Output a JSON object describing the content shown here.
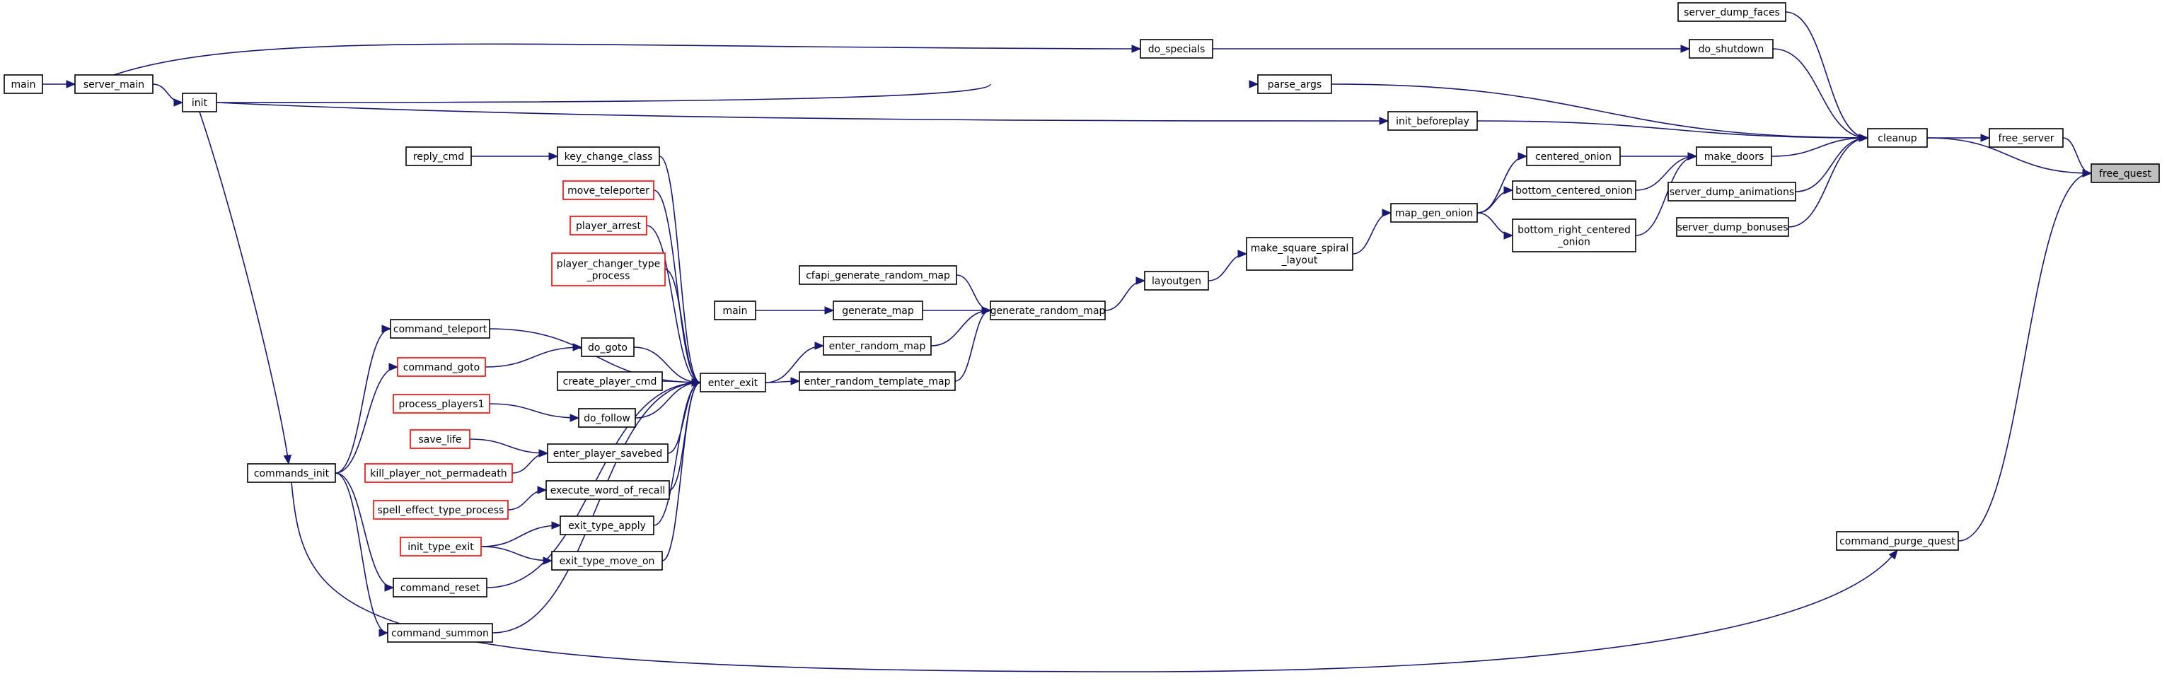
{
  "nodes": {
    "main_a": {
      "lines": [
        "main"
      ]
    },
    "server_main": {
      "lines": [
        "server_main"
      ]
    },
    "init": {
      "lines": [
        "init"
      ]
    },
    "commands_init": {
      "lines": [
        "commands_init"
      ]
    },
    "reply_cmd": {
      "lines": [
        "reply_cmd"
      ]
    },
    "key_change_class": {
      "lines": [
        "key_change_class"
      ]
    },
    "move_teleporter": {
      "lines": [
        "move_teleporter"
      ]
    },
    "player_arrest": {
      "lines": [
        "player_arrest"
      ]
    },
    "player_changer_type_process": {
      "lines": [
        "player_changer_type",
        "_process"
      ]
    },
    "command_teleport": {
      "lines": [
        "command_teleport"
      ]
    },
    "command_goto": {
      "lines": [
        "command_goto"
      ]
    },
    "do_goto": {
      "lines": [
        "do_goto"
      ]
    },
    "create_player_cmd": {
      "lines": [
        "create_player_cmd"
      ]
    },
    "process_players1": {
      "lines": [
        "process_players1"
      ]
    },
    "do_follow": {
      "lines": [
        "do_follow"
      ]
    },
    "save_life": {
      "lines": [
        "save_life"
      ]
    },
    "enter_player_savebed": {
      "lines": [
        "enter_player_savebed"
      ]
    },
    "kill_player_not_permadeath": {
      "lines": [
        "kill_player_not_permadeath"
      ]
    },
    "execute_word_of_recall": {
      "lines": [
        "execute_word_of_recall"
      ]
    },
    "spell_effect_type_process": {
      "lines": [
        "spell_effect_type_process"
      ]
    },
    "exit_type_apply": {
      "lines": [
        "exit_type_apply"
      ]
    },
    "init_type_exit": {
      "lines": [
        "init_type_exit"
      ]
    },
    "exit_type_move_on": {
      "lines": [
        "exit_type_move_on"
      ]
    },
    "command_reset": {
      "lines": [
        "command_reset"
      ]
    },
    "command_summon": {
      "lines": [
        "command_summon"
      ]
    },
    "enter_exit": {
      "lines": [
        "enter_exit"
      ]
    },
    "main_b": {
      "lines": [
        "main"
      ]
    },
    "cfapi_generate_random_map": {
      "lines": [
        "cfapi_generate_random_map"
      ]
    },
    "generate_map": {
      "lines": [
        "generate_map"
      ]
    },
    "enter_random_map": {
      "lines": [
        "enter_random_map"
      ]
    },
    "enter_random_template_map": {
      "lines": [
        "enter_random_template_map"
      ]
    },
    "generate_random_map": {
      "lines": [
        "generate_random_map"
      ]
    },
    "layoutgen": {
      "lines": [
        "layoutgen"
      ]
    },
    "make_square_spiral_layout": {
      "lines": [
        "make_square_spiral",
        "_layout"
      ]
    },
    "map_gen_onion": {
      "lines": [
        "map_gen_onion"
      ]
    },
    "centered_onion": {
      "lines": [
        "centered_onion"
      ]
    },
    "bottom_centered_onion": {
      "lines": [
        "bottom_centered_onion"
      ]
    },
    "bottom_right_centered_onion": {
      "lines": [
        "bottom_right_centered",
        "_onion"
      ]
    },
    "make_doors": {
      "lines": [
        "make_doors"
      ]
    },
    "do_specials": {
      "lines": [
        "do_specials"
      ]
    },
    "parse_args": {
      "lines": [
        "parse_args"
      ]
    },
    "init_beforeplay": {
      "lines": [
        "init_beforeplay"
      ]
    },
    "server_dump_faces": {
      "lines": [
        "server_dump_faces"
      ]
    },
    "do_shutdown": {
      "lines": [
        "do_shutdown"
      ]
    },
    "server_dump_animations": {
      "lines": [
        "server_dump_animations"
      ]
    },
    "server_dump_bonuses": {
      "lines": [
        "server_dump_bonuses"
      ]
    },
    "cleanup": {
      "lines": [
        "cleanup"
      ]
    },
    "free_server": {
      "lines": [
        "free_server"
      ]
    },
    "command_purge_quest": {
      "lines": [
        "command_purge_quest"
      ]
    },
    "free_quest": {
      "lines": [
        "free_quest"
      ]
    }
  },
  "edges": [
    [
      "main_a",
      "server_main"
    ],
    [
      "server_main",
      "init"
    ],
    [
      "server_main",
      "do_specials"
    ],
    [
      "init",
      "commands_init"
    ],
    [
      "init",
      "parse_args"
    ],
    [
      "init",
      "init_beforeplay"
    ],
    [
      "commands_init",
      "command_teleport"
    ],
    [
      "commands_init",
      "command_goto"
    ],
    [
      "commands_init",
      "command_reset"
    ],
    [
      "commands_init",
      "command_summon"
    ],
    [
      "commands_init",
      "command_purge_quest"
    ],
    [
      "reply_cmd",
      "key_change_class"
    ],
    [
      "command_goto",
      "do_goto"
    ],
    [
      "process_players1",
      "do_follow"
    ],
    [
      "save_life",
      "enter_player_savebed"
    ],
    [
      "kill_player_not_permadeath",
      "enter_player_savebed"
    ],
    [
      "spell_effect_type_process",
      "execute_word_of_recall"
    ],
    [
      "init_type_exit",
      "exit_type_apply"
    ],
    [
      "init_type_exit",
      "exit_type_move_on"
    ],
    [
      "key_change_class",
      "enter_exit"
    ],
    [
      "move_teleporter",
      "enter_exit"
    ],
    [
      "player_arrest",
      "enter_exit"
    ],
    [
      "player_changer_type_process",
      "enter_exit"
    ],
    [
      "command_teleport",
      "enter_exit"
    ],
    [
      "do_goto",
      "enter_exit"
    ],
    [
      "create_player_cmd",
      "enter_exit"
    ],
    [
      "do_follow",
      "enter_exit"
    ],
    [
      "enter_player_savebed",
      "enter_exit"
    ],
    [
      "execute_word_of_recall",
      "enter_exit"
    ],
    [
      "exit_type_apply",
      "enter_exit"
    ],
    [
      "exit_type_move_on",
      "enter_exit"
    ],
    [
      "command_reset",
      "enter_exit"
    ],
    [
      "command_summon",
      "enter_exit"
    ],
    [
      "enter_exit",
      "enter_random_map"
    ],
    [
      "enter_exit",
      "enter_random_template_map"
    ],
    [
      "main_b",
      "generate_map"
    ],
    [
      "cfapi_generate_random_map",
      "generate_random_map"
    ],
    [
      "generate_map",
      "generate_random_map"
    ],
    [
      "enter_random_map",
      "generate_random_map"
    ],
    [
      "enter_random_template_map",
      "generate_random_map"
    ],
    [
      "generate_random_map",
      "layoutgen"
    ],
    [
      "layoutgen",
      "make_square_spiral_layout"
    ],
    [
      "make_square_spiral_layout",
      "map_gen_onion"
    ],
    [
      "map_gen_onion",
      "centered_onion"
    ],
    [
      "map_gen_onion",
      "bottom_centered_onion"
    ],
    [
      "map_gen_onion",
      "bottom_right_centered_onion"
    ],
    [
      "centered_onion",
      "make_doors"
    ],
    [
      "bottom_centered_onion",
      "make_doors"
    ],
    [
      "bottom_right_centered_onion",
      "make_doors"
    ],
    [
      "do_specials",
      "do_shutdown"
    ],
    [
      "make_doors",
      "cleanup"
    ],
    [
      "parse_args",
      "cleanup"
    ],
    [
      "init_beforeplay",
      "cleanup"
    ],
    [
      "server_dump_faces",
      "cleanup"
    ],
    [
      "do_shutdown",
      "cleanup"
    ],
    [
      "server_dump_animations",
      "cleanup"
    ],
    [
      "server_dump_bonuses",
      "cleanup"
    ],
    [
      "cleanup",
      "free_server"
    ],
    [
      "cleanup",
      "free_quest"
    ],
    [
      "free_server",
      "free_quest"
    ],
    [
      "command_purge_quest",
      "free_quest"
    ]
  ],
  "colors": {
    "edge": "#191970",
    "node_border": "#000000",
    "node_border_partial": "#ff0000",
    "highlight_fill": "#bfbfbf",
    "text": "#000000"
  }
}
